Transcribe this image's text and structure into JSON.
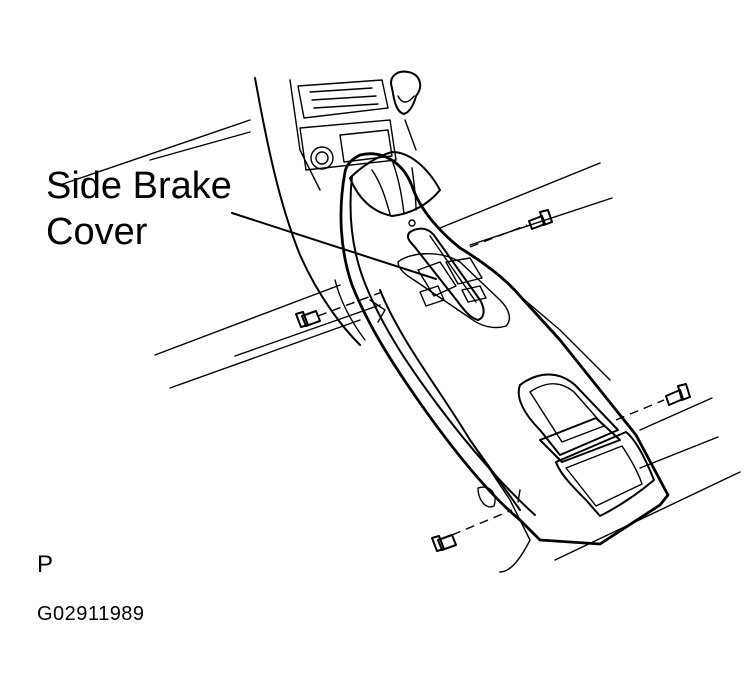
{
  "callout": {
    "line1": "Side Brake",
    "line2": "Cover"
  },
  "view_mark": "P",
  "figure_code": "G02911989"
}
